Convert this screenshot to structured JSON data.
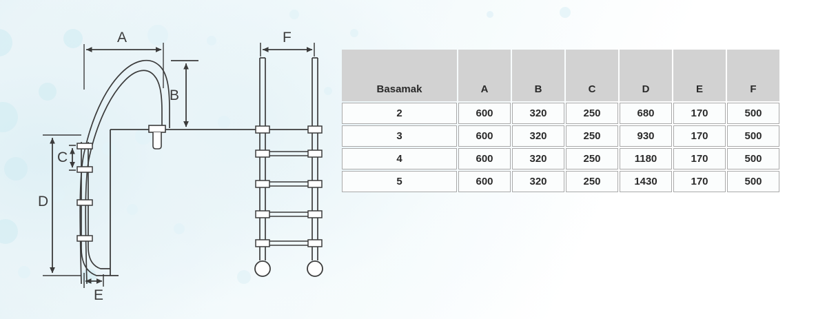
{
  "diagram": {
    "title": "Pool ladder dimension drawing",
    "views": [
      {
        "name": "side-view",
        "description": "Curved handrail side elevation with steps"
      },
      {
        "name": "front-view",
        "description": "Ladder front elevation with rungs and feet"
      }
    ],
    "dimension_labels": [
      {
        "id": "A",
        "text": "A",
        "orientation": "horizontal",
        "view": "side-view"
      },
      {
        "id": "B",
        "text": "B",
        "orientation": "vertical",
        "view": "side-view"
      },
      {
        "id": "C",
        "text": "C",
        "orientation": "vertical",
        "view": "side-view"
      },
      {
        "id": "D",
        "text": "D",
        "orientation": "vertical",
        "view": "side-view"
      },
      {
        "id": "E",
        "text": "E",
        "orientation": "horizontal",
        "view": "side-view"
      },
      {
        "id": "F",
        "text": "F",
        "orientation": "horizontal",
        "view": "front-view"
      }
    ]
  },
  "table": {
    "headers": [
      "Basamak",
      "A",
      "B",
      "C",
      "D",
      "E",
      "F"
    ],
    "rows": [
      [
        "2",
        "600",
        "320",
        "250",
        "680",
        "170",
        "500"
      ],
      [
        "3",
        "600",
        "320",
        "250",
        "930",
        "170",
        "500"
      ],
      [
        "4",
        "600",
        "320",
        "250",
        "1180",
        "170",
        "500"
      ],
      [
        "5",
        "600",
        "320",
        "250",
        "1430",
        "170",
        "500"
      ]
    ]
  },
  "colors": {
    "header_background": "#d2d2d2",
    "cell_background": "#fbfdfd",
    "cell_border": "#a9a9a9",
    "line": "#3b3b3b",
    "bubble": "#d3ecf3"
  }
}
